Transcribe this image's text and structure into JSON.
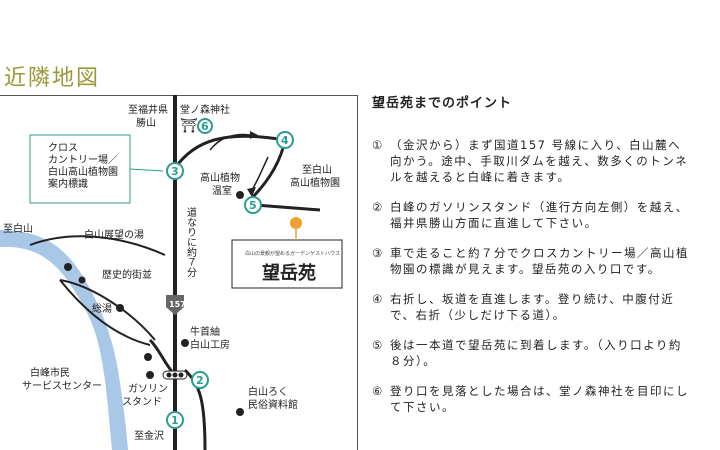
{
  "title": "近隣地図",
  "map": {
    "labels": {
      "fukui_katsuyama": [
        "至福井県",
        "勝山"
      ],
      "donomori": "堂ノ森神社",
      "cross_country": [
        "クロス",
        "カントリー場／",
        "白山高山植物園",
        "案内標識"
      ],
      "shirayama_left": "至白山",
      "hakusan_tenbou": "白山展望の湯",
      "rekishi": "歴史的街並",
      "souyu": "総湯",
      "shirane_center": [
        "白峰市民",
        "サービスセンター"
      ],
      "gasoline": [
        "ガソリン",
        "スタンド"
      ],
      "kanazawa": "至金沢",
      "kouzan_onsen": [
        "高山植物",
        "温室"
      ],
      "shirayama_right": [
        "至白山",
        "高山植物園"
      ],
      "michinari": "道なりに約７分",
      "gyushu": [
        "牛首紬",
        "白山工房"
      ],
      "minzoku": [
        "白山ろく",
        "民俗資料館"
      ],
      "route": "157",
      "signboard_small": "白山の景観が望めるガーデンゲストハウス",
      "signboard_big": "望岳苑"
    },
    "markers": [
      "1",
      "2",
      "3",
      "4",
      "5",
      "6"
    ],
    "colors": {
      "river": "#a9c7e6",
      "road": "#222222",
      "marker": "#2a9d8f",
      "destination": "#f0a030"
    }
  },
  "points": {
    "heading": "望岳苑までのポイント",
    "items": [
      {
        "mark": "①",
        "text": "（金沢から）まず国道157 号線に入り、白山麓へ向かう。途中、手取川ダムを越え、数多くのトンネルを越えると白峰に着きます。"
      },
      {
        "mark": "②",
        "text": "白峰のガソリンスタンド（進行方向左側）を越え、福井県勝山方面に直進して下さい。"
      },
      {
        "mark": "③",
        "text": "車で走ること約７分でクロスカントリー場／高山植物園の標識が見えます。望岳苑の入り口です。"
      },
      {
        "mark": "④",
        "text": "右折し、坂道を直進します。登り続け、中腹付近で、右折（少しだけ下る道）。"
      },
      {
        "mark": "⑤",
        "text": "後は一本道で望岳苑に到着します。（入り口より約８分）。"
      },
      {
        "mark": "⑥",
        "text": "登り口を見落とした場合は、堂ノ森神社を目印にして下さい。"
      }
    ]
  }
}
